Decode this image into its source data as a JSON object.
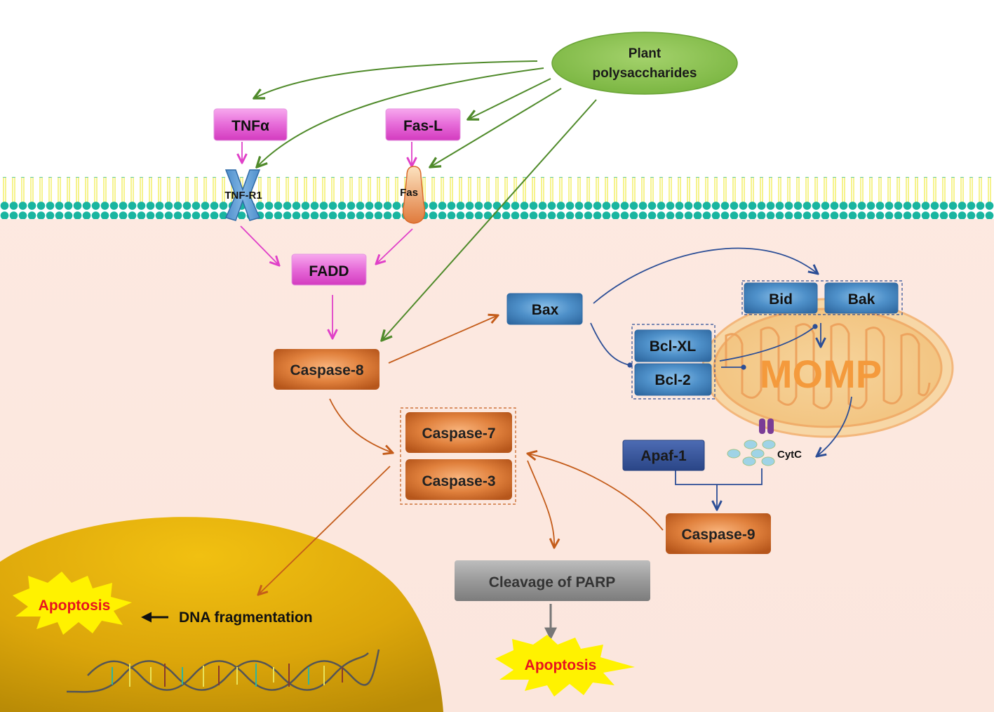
{
  "nodes": {
    "plant": {
      "line1": "Plant",
      "line2": "polysaccharides"
    },
    "tnfa": "TNFα",
    "fasl": "Fas-L",
    "tnfr1": "TNF-R1",
    "fas": "Fas",
    "fadd": "FADD",
    "casp8": "Caspase-8",
    "bax": "Bax",
    "bid": "Bid",
    "bak": "Bak",
    "bclxl": "Bcl-XL",
    "bcl2": "Bcl-2",
    "momp": "MOMP",
    "casp7": "Caspase-7",
    "casp3": "Caspase-3",
    "apaf1": "Apaf-1",
    "cytc": "CytC",
    "casp9": "Caspase-9",
    "parp": "Cleavage of PARP",
    "dnafrag": "DNA fragmentation",
    "apoptosis_left": "Apoptosis",
    "apoptosis_bottom": "Apoptosis"
  },
  "colors": {
    "pink": "#e040c8",
    "orange": "#c45c1a",
    "blue": "#3a78b0",
    "darkblue": "#2c4e96",
    "green": "#4f8a2a",
    "gray": "#8c8c8c",
    "membrane_head": "#19b5a0",
    "membrane_tail": "#f2ee5c",
    "apoptosis_text": "#e8141e"
  }
}
